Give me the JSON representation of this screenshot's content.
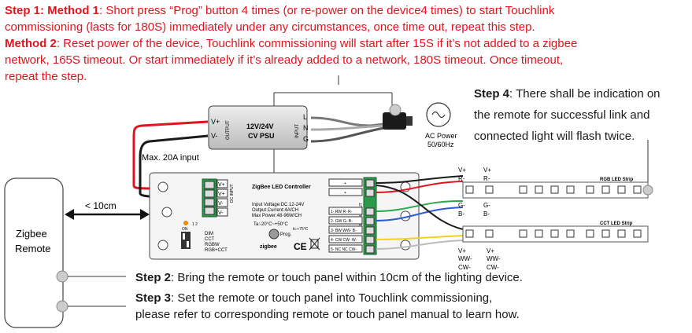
{
  "intro": {
    "line1_bold": "Step 1: Method 1",
    "line1": ": Short press “Prog” button 4 times (or re-power on the device4 times) to start Touchlink",
    "line2": "commissioning (lasts for 180S) immediately under any circumstances, once time out, repeat this step.",
    "line3_bold": "Method 2",
    "line3": ": Reset power of the device, Touchlink commissioning will start after 15S if it’s not added to a zigbee",
    "line4": "network, 165S timeout. Or start immediately if it’s already added to a network, 180S timeout. Once timeout,",
    "line5": "repeat the step."
  },
  "step4": {
    "bold": "Step 4",
    "line1": ": There shall be indication on",
    "line2": "the remote for successful link and",
    "line3": "connected light will flash twice."
  },
  "step2": {
    "bold": "Step 2",
    "text": ": Bring the remote or touch panel within 10cm of the lighting device."
  },
  "step3": {
    "bold": "Step 3",
    "line1": ": Set the remote or touch panel into Touchlink commissioning,",
    "line2": "please refer to corresponding remote or touch panel manual to learn how."
  },
  "psu": {
    "title1": "12V/24V",
    "title2": "CV PSU",
    "vplus": "V+",
    "vminus": "V-",
    "output": "OUTPUT",
    "input": "INPUT",
    "l": "L",
    "n": "N",
    "g": "G"
  },
  "ac": {
    "label1": "AC Power",
    "label2": "50/60Hz"
  },
  "max_input": "Max. 20A input",
  "distance": "< 10cm",
  "remote": {
    "line1": "Zigbee",
    "line2": "Remote"
  },
  "controller": {
    "title": "ZigBee LED Controller",
    "spec1": "Input Voltage:DC 12-24V",
    "spec2": "Output Current:4A/CH",
    "spec3": "Max Power:48-96W/CH",
    "temp": "Ta:-20°C~+50°C",
    "tc": "tc:+75°C",
    "prog": "Prog.",
    "zigbee": "zigbee",
    "ce": "CE",
    "dc_input": "DC INPUT",
    "led_output": "LED OUTPUT",
    "in_labels": [
      "V+",
      "V+",
      "V-",
      "V-"
    ],
    "out_labels": [
      "+",
      "+",
      "1- RW R- R-",
      "2- GW G- B-",
      "3- BW WW- B-",
      "4- CW CW- W-",
      "5- NC NC CW-"
    ],
    "dip_on": "ON",
    "dip1": "1 2",
    "modes": [
      "DIM",
      "CCT",
      "RGBW",
      "RGB+CCT"
    ]
  },
  "rgb_strip": {
    "label": "RGB LED Strip",
    "top": [
      "V+",
      "R-"
    ],
    "top_r": [
      "V+",
      "R-"
    ],
    "bot": [
      "G-",
      "B-"
    ],
    "bot_r": [
      "G-",
      "B-"
    ]
  },
  "cct_strip": {
    "label": "CCT LED Strip",
    "bot": [
      "V+",
      "WW-",
      "CW-"
    ],
    "bot_r": [
      "V+",
      "WW-",
      "CW-"
    ]
  }
}
